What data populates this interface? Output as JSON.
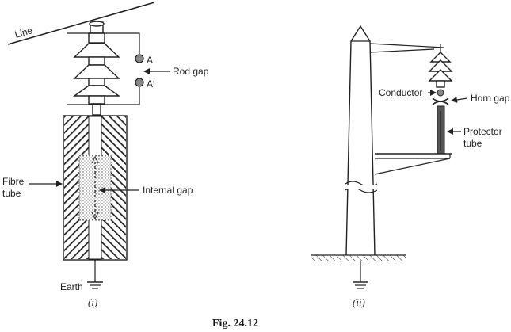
{
  "labels": {
    "line": "Line",
    "a": "A",
    "a_prime": "A′",
    "rod_gap": "Rod gap",
    "fibre_tube_1": "Fibre",
    "fibre_tube_2": "tube",
    "internal_gap": "Internal gap",
    "earth": "Earth",
    "sub_i": "(i)",
    "conductor": "Conductor",
    "horn_gap": "Horn gap",
    "protector_1": "Protector",
    "protector_2": "tube",
    "sub_ii": "(ii)"
  },
  "caption": "Fig. 24.12"
}
